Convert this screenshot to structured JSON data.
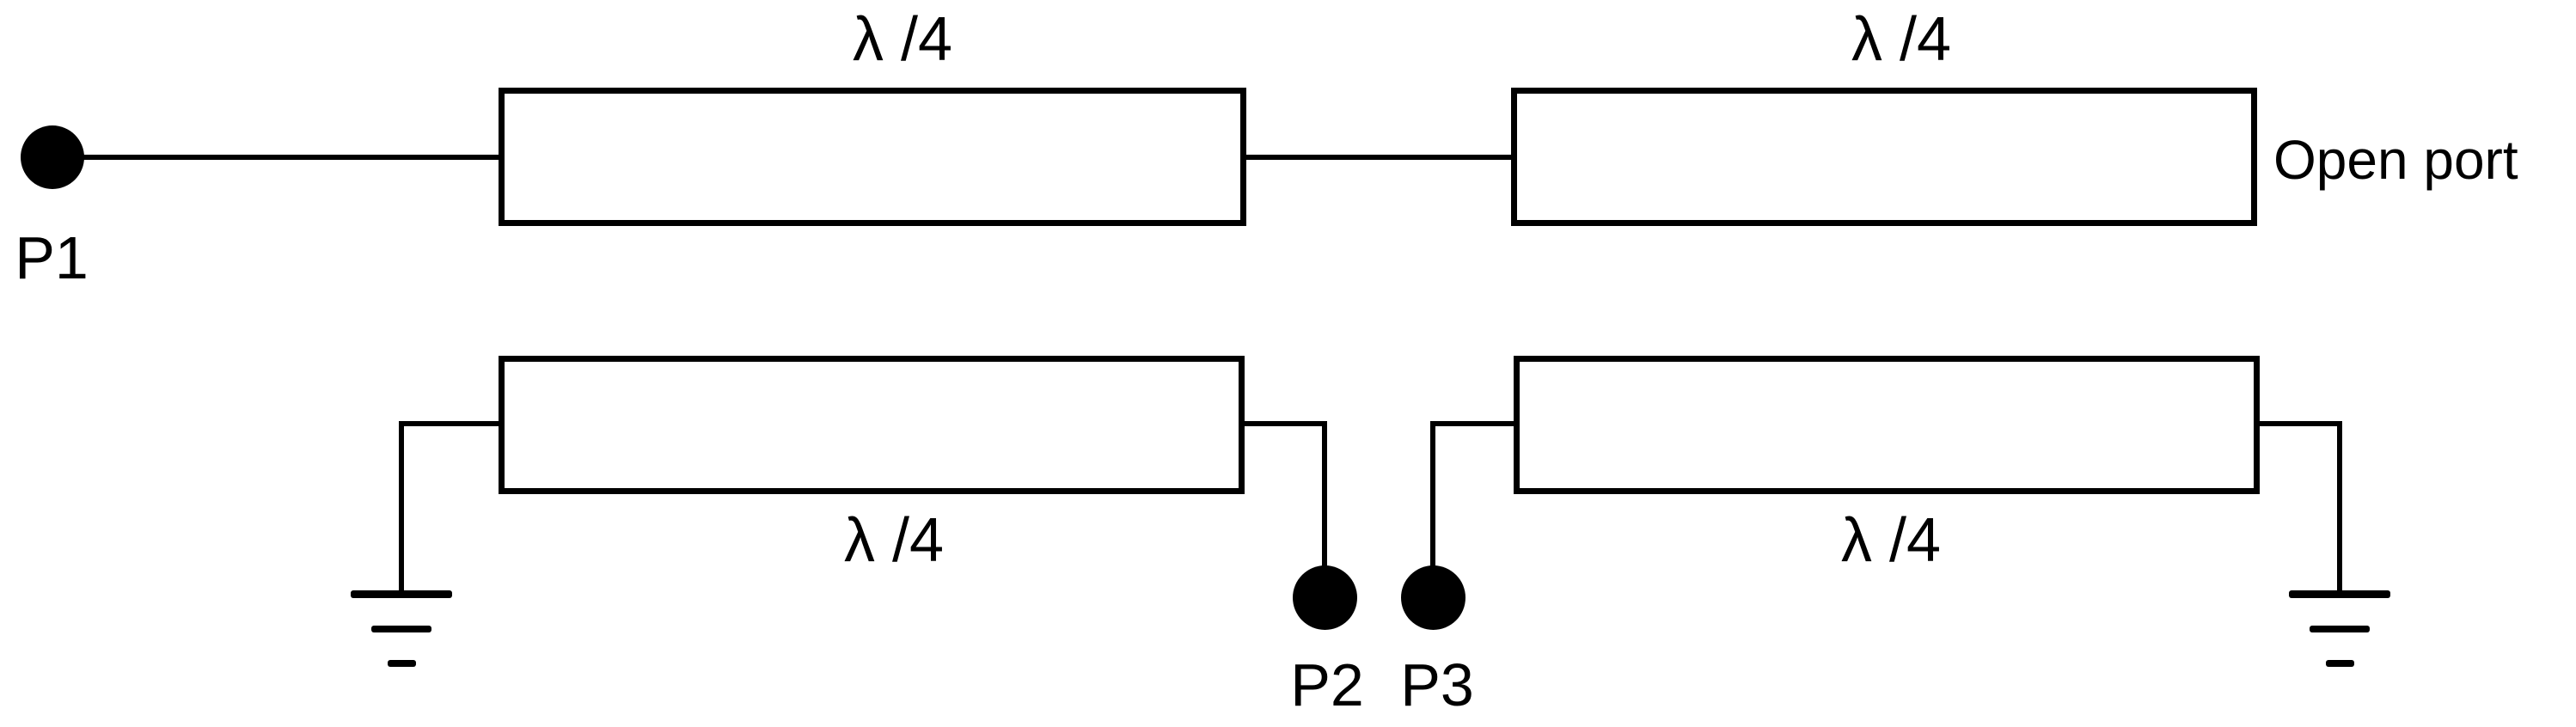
{
  "figure": {
    "description": "Schematic of coupled quarter-wave transmission-line sections",
    "ink_color": "#000000",
    "background_color": "#ffffff"
  },
  "ports": [
    {
      "id": "p1",
      "label": "P1"
    },
    {
      "id": "p2",
      "label": "P2"
    },
    {
      "id": "p3",
      "label": "P3"
    }
  ],
  "open_port": {
    "label": "Open port"
  },
  "tline_sections": [
    {
      "position": "top-left",
      "label": "λ /4"
    },
    {
      "position": "top-right",
      "label": "λ /4"
    },
    {
      "position": "bottom-left",
      "label": "λ /4"
    },
    {
      "position": "bottom-right",
      "label": "λ /4"
    }
  ],
  "icons": [
    {
      "name": "port-dot",
      "shape": "filled-circle"
    },
    {
      "name": "ground-icon",
      "shape": "three-bar-ground"
    }
  ]
}
